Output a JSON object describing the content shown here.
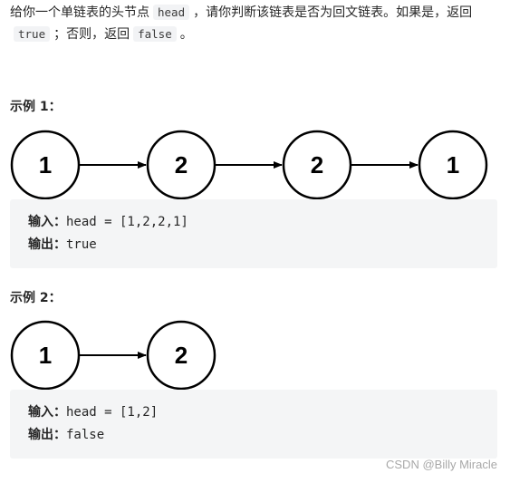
{
  "description": {
    "part1": "给你一个单链表的头节点",
    "code1": "head",
    "part2": "，请你判断该链表是否为回文链表。如果是，返回",
    "code2": "true",
    "part3": "；否则，返回",
    "code3": "false",
    "part4": "。"
  },
  "examples": [
    {
      "title": "示例 1：",
      "nodes": [
        "1",
        "2",
        "2",
        "1"
      ],
      "input_label": "输入：",
      "input_value": "head = [1,2,2,1]",
      "output_label": "输出：",
      "output_value": "true"
    },
    {
      "title": "示例 2：",
      "nodes": [
        "1",
        "2"
      ],
      "input_label": "输入：",
      "input_value": "head = [1,2]",
      "output_label": "输出：",
      "output_value": "false"
    }
  ],
  "watermark": "CSDN @Billy Miracle"
}
